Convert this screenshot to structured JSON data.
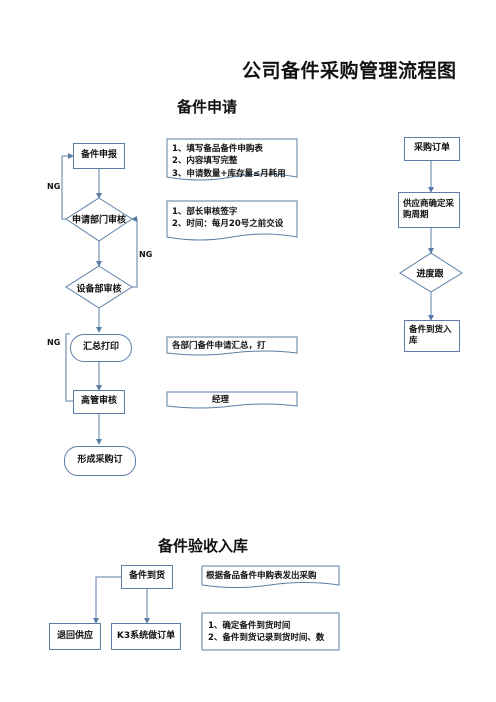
{
  "title": "公司备件采购管理流程图",
  "sections": {
    "request": "备件申请",
    "acceptance": "备件验收入库"
  },
  "request_flow": {
    "apply": "备件申报",
    "dept_review": "申请部门审核",
    "equip_review": "设备部审核",
    "print": "汇总打印",
    "exec_review": "高管审核",
    "purchase_order": "形成采购订",
    "ng1": "NG",
    "ng2": "NG",
    "ng3": "NG"
  },
  "notes": {
    "apply_lines": [
      "1、填写备品备件申购表",
      "2、内容填写完整",
      "3、申请数量+库存量≤月耗用"
    ],
    "review_lines": [
      "1、部长审核签字",
      "2、时间：每月20号之前交设"
    ],
    "print_line": "各部门备件申请汇总，打",
    "exec_line": "经理"
  },
  "order_flow": {
    "po": "采购订单",
    "supplier_cycle": "供应商确定采购周期",
    "tracking": "进度跟",
    "arrival": "备件到货入库"
  },
  "acceptance_flow": {
    "arrival": "备件到货",
    "return": "退回供应",
    "k3": "K3系统做订单",
    "note_po": "根据备品备件申购表发出采购",
    "note_lines": [
      "1、确定备件到货时间",
      "2、备件到货记录到货时间、数"
    ]
  }
}
